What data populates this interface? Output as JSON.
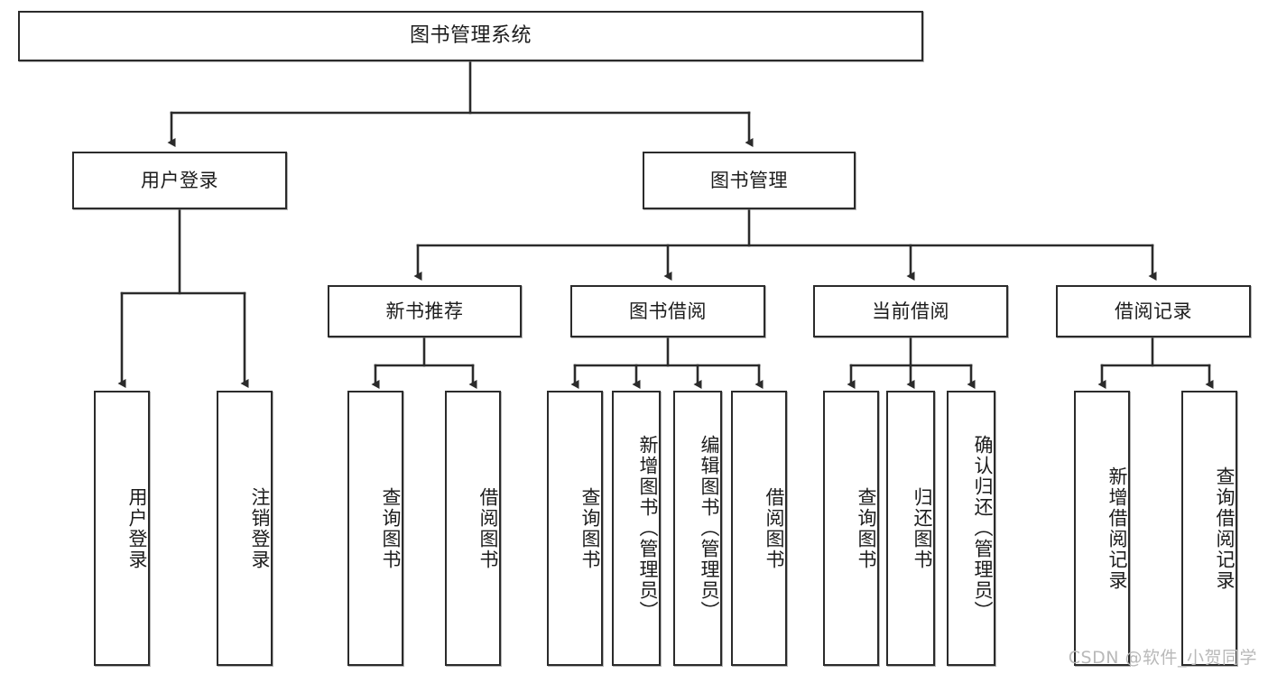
{
  "diagram": {
    "type": "tree-hierarchy",
    "title": "图书管理系统",
    "orientation": "top-down",
    "colors": {
      "box_border": "#2b2b2b",
      "box_fill": "#ffffff",
      "connector": "#2b2b2b",
      "text": "#1c1c1c",
      "watermark": "#b9b9b9"
    }
  },
  "root": {
    "label": "图书管理系统"
  },
  "level2": [
    {
      "id": "user-login",
      "label": "用户登录"
    },
    {
      "id": "book-manage",
      "label": "图书管理"
    }
  ],
  "level3": [
    {
      "id": "new-book-recommend",
      "label": "新书推荐"
    },
    {
      "id": "book-borrow",
      "label": "图书借阅"
    },
    {
      "id": "current-borrow",
      "label": "当前借阅"
    },
    {
      "id": "borrow-record",
      "label": "借阅记录"
    }
  ],
  "leaves": {
    "user_login": [
      {
        "id": "leaf-user-login",
        "label": "用户登录"
      },
      {
        "id": "leaf-logout-login",
        "label": "注销登录"
      }
    ],
    "new_book_recommend": [
      {
        "id": "leaf-query-book-1",
        "label": "查询图书"
      },
      {
        "id": "leaf-borrow-book-1",
        "label": "借阅图书"
      }
    ],
    "book_borrow": [
      {
        "id": "leaf-query-book-2",
        "label": "查询图书"
      },
      {
        "id": "leaf-add-book",
        "label": "新增图书（管理员）"
      },
      {
        "id": "leaf-edit-book",
        "label": "编辑图书（管理员）"
      },
      {
        "id": "leaf-borrow-book-2",
        "label": "借阅图书"
      }
    ],
    "current_borrow": [
      {
        "id": "leaf-query-book-3",
        "label": "查询图书"
      },
      {
        "id": "leaf-return-book",
        "label": "归还图书"
      },
      {
        "id": "leaf-confirm-return",
        "label": "确认归还（管理员）"
      }
    ],
    "borrow_record": [
      {
        "id": "leaf-add-record",
        "label": "新增借阅记录"
      },
      {
        "id": "leaf-query-record",
        "label": "查询借阅记录"
      }
    ]
  },
  "watermark": {
    "text": "CSDN @软件_小贺同学"
  }
}
